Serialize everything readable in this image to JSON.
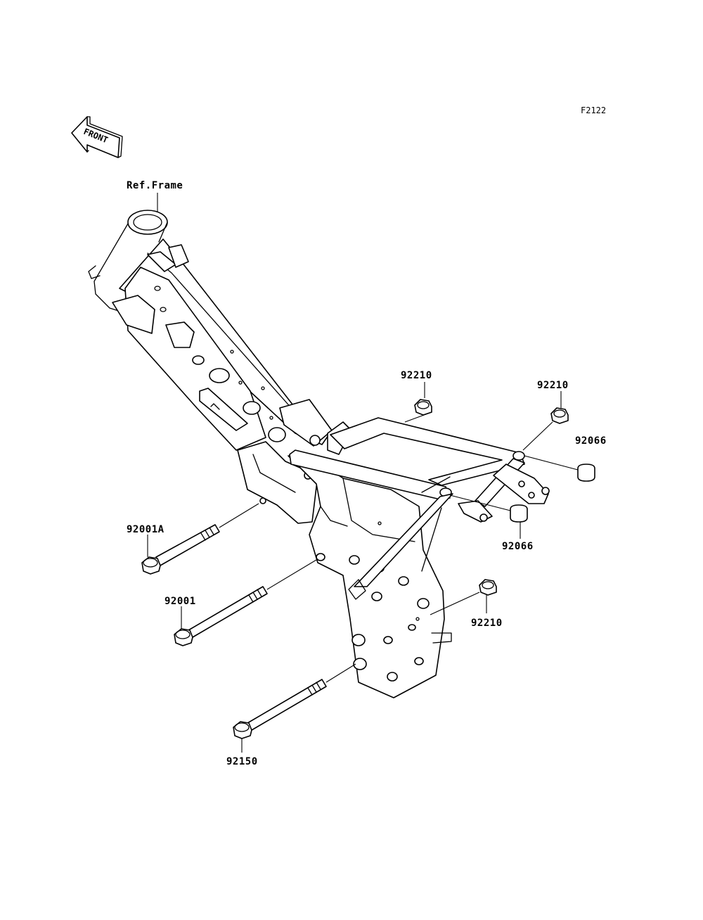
{
  "diagram_id": "F2122",
  "front_arrow_label": "FRONT",
  "ref_label": "Ref.Frame",
  "parts": {
    "p92210_top": "92210",
    "p92210_right": "92210",
    "p92066_right": "92066",
    "p92066_lower": "92066",
    "p92001A": "92001A",
    "p92001": "92001",
    "p92210_lower": "92210",
    "p92150": "92150"
  }
}
